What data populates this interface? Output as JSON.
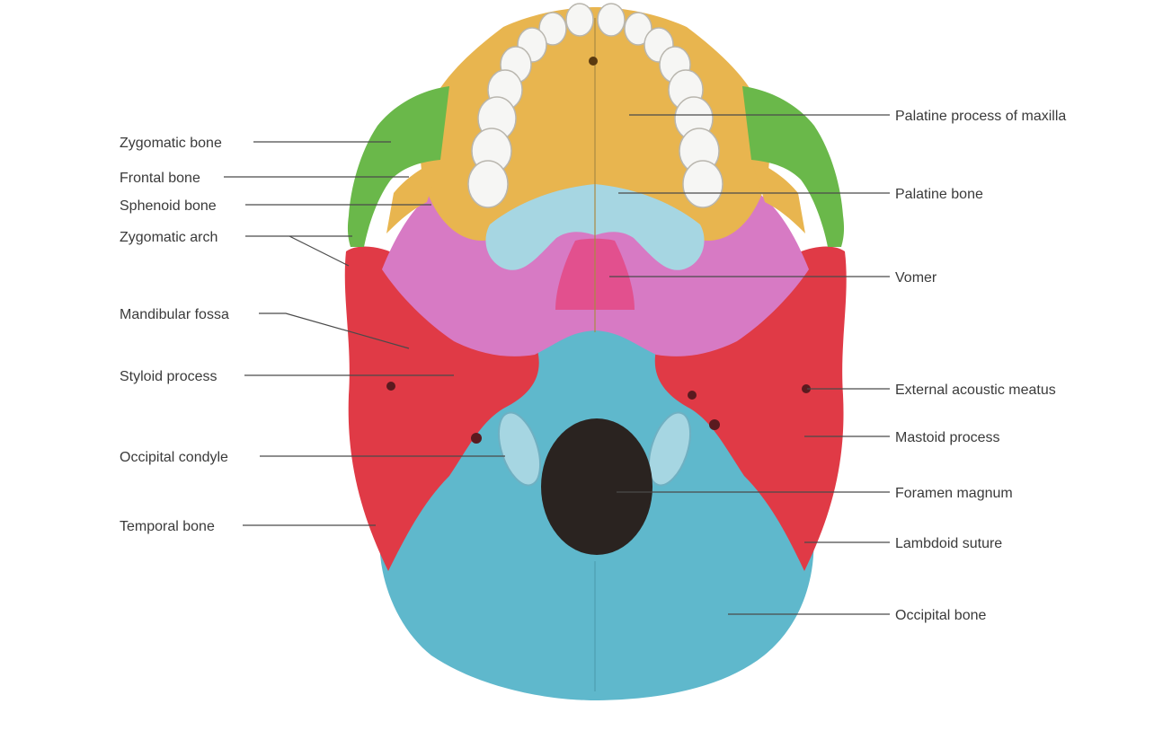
{
  "colors": {
    "occipital": "#5fb8cc",
    "temporal": "#e03a46",
    "sphenoid": "#d77ac4",
    "maxilla": "#e8b54f",
    "zygomatic": "#6ab84a",
    "vomer": "#e2508e",
    "palatine": "#a6d6e2",
    "foramen": "#2a2320",
    "teeth": "#f6f6f4"
  },
  "labels_left": [
    {
      "id": "zygomatic-bone",
      "text": "Zygomatic bone"
    },
    {
      "id": "frontal-bone",
      "text": "Frontal bone"
    },
    {
      "id": "sphenoid-bone",
      "text": "Sphenoid bone"
    },
    {
      "id": "zygomatic-arch",
      "text": "Zygomatic arch"
    },
    {
      "id": "mandibular-fossa",
      "text": "Mandibular fossa"
    },
    {
      "id": "styloid-process",
      "text": "Styloid process"
    },
    {
      "id": "occipital-condyle",
      "text": "Occipital condyle"
    },
    {
      "id": "temporal-bone",
      "text": "Temporal bone"
    }
  ],
  "labels_right": [
    {
      "id": "palatine-process-of-maxilla",
      "text": "Palatine process of maxilla"
    },
    {
      "id": "palatine-bone",
      "text": "Palatine bone"
    },
    {
      "id": "vomer",
      "text": "Vomer"
    },
    {
      "id": "external-acoustic-meatus",
      "text": "External acoustic meatus"
    },
    {
      "id": "mastoid-process",
      "text": "Mastoid process"
    },
    {
      "id": "foramen-magnum",
      "text": "Foramen magnum"
    },
    {
      "id": "lambdoid-suture",
      "text": "Lambdoid suture"
    },
    {
      "id": "occipital-bone",
      "text": "Occipital bone"
    }
  ]
}
